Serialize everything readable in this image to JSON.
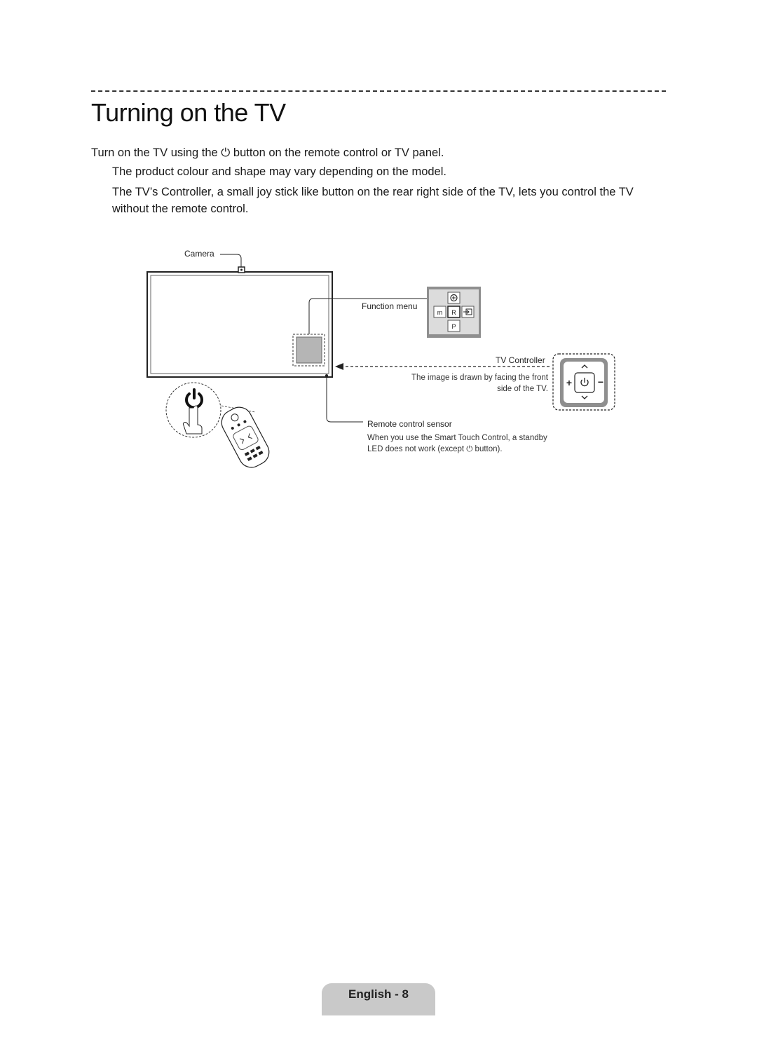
{
  "page": {
    "title": "Turning on the TV",
    "paragraphs": [
      "Turn on the TV using the ⏻ button on the remote control or TV panel.",
      "The product colour and shape may vary depending on the model.",
      "The TV’s Controller, a small joy stick like button on the rear right side of the TV, lets you control the TV without the remote control."
    ],
    "footer": "English - 8"
  },
  "diagram": {
    "camera_label": "Camera",
    "function_menu_label": "Function menu",
    "function_menu_keys": {
      "left": "m",
      "center": "R",
      "bottom": "P"
    },
    "tv_controller_label": "TV Controller",
    "tv_controller_note_line1": "The image is drawn by facing the front",
    "tv_controller_note_line2": "side of the TV.",
    "tv_controller_plus": "+",
    "tv_controller_minus": "−",
    "remote_sensor_label": "Remote control sensor",
    "remote_sensor_note_line1": "When you use the Smart Touch Control, a standby",
    "remote_sensor_note_line2": "LED does not work (except ⏻ button)."
  },
  "icons": [
    "power-icon",
    "input-source-icon",
    "smart-hub-icon",
    "hand-pointer-icon",
    "chevron-up-icon",
    "chevron-down-icon"
  ],
  "colors": {
    "footer_tab": "#c9c9c9",
    "function_panel": "#8f8f8f",
    "sensor_box": "#b5b5b5"
  }
}
